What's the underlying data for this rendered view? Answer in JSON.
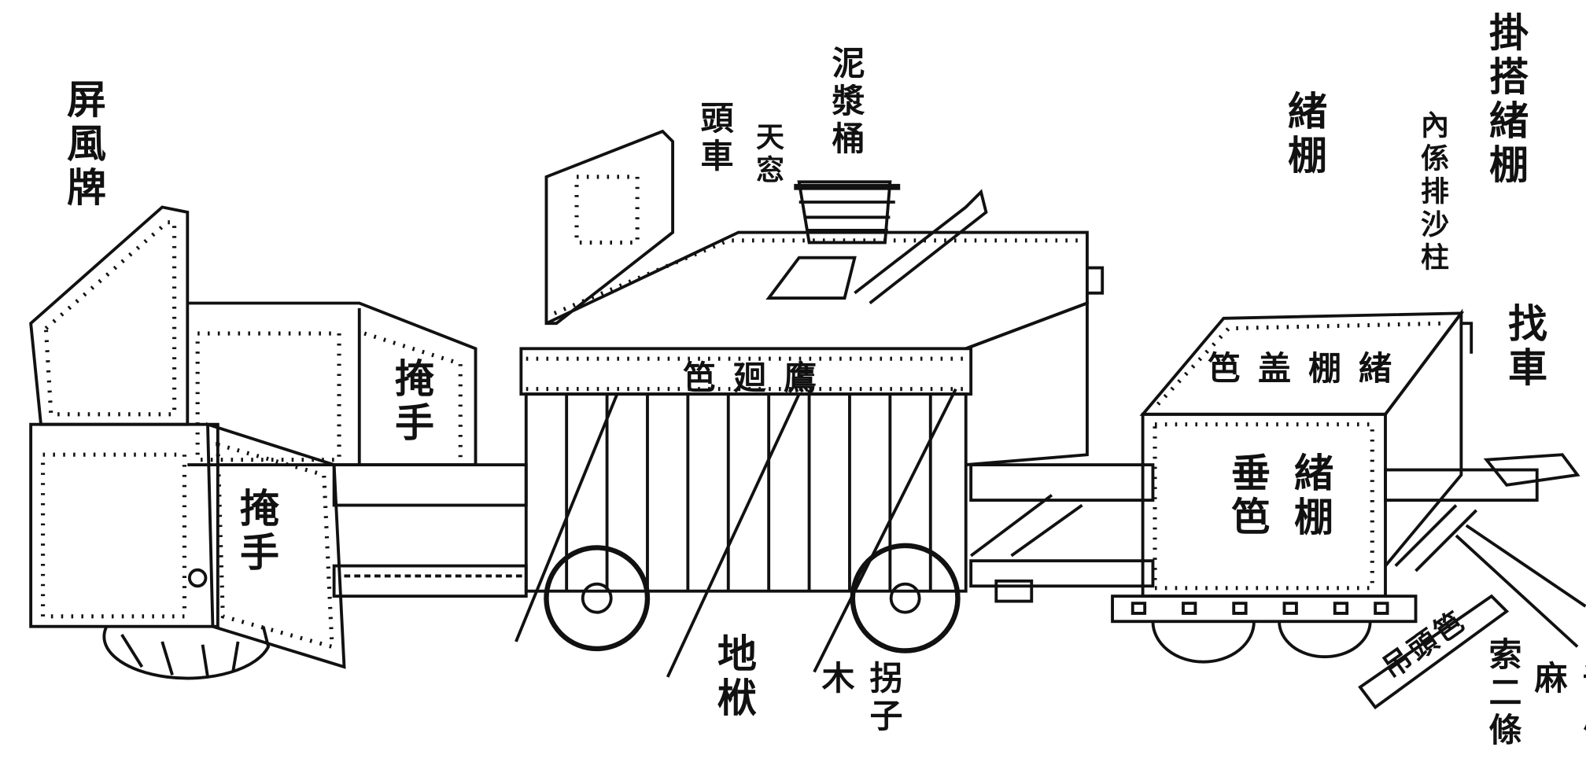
{
  "title_labels": {
    "screen_shield": "屏風牌",
    "head_cart": "頭車",
    "sky_window": "天窓",
    "mud_bucket": "泥漿桶",
    "shed": "緒棚",
    "hanging_shed": "掛搭緒棚",
    "sand_pillars": "內係排沙柱",
    "find_cart": "找車"
  },
  "part_labels": {
    "hand_cover_upper": "掩手",
    "hand_cover_lower": "掩手",
    "eagle_fence": "笆廻鷹",
    "shed_cover_fence": "笆盖棚緒",
    "shed_side": "緒棚",
    "hanging_fence": "垂笆",
    "ground_beam": "地栿",
    "crutch_wood": "拐子木",
    "hemp_rope_a": "千斤麻",
    "hemp_rope_b": "索二條",
    "slanted_board": "吊頭笆"
  },
  "colors": {
    "ink": "#111111",
    "paper": "#ffffff"
  }
}
